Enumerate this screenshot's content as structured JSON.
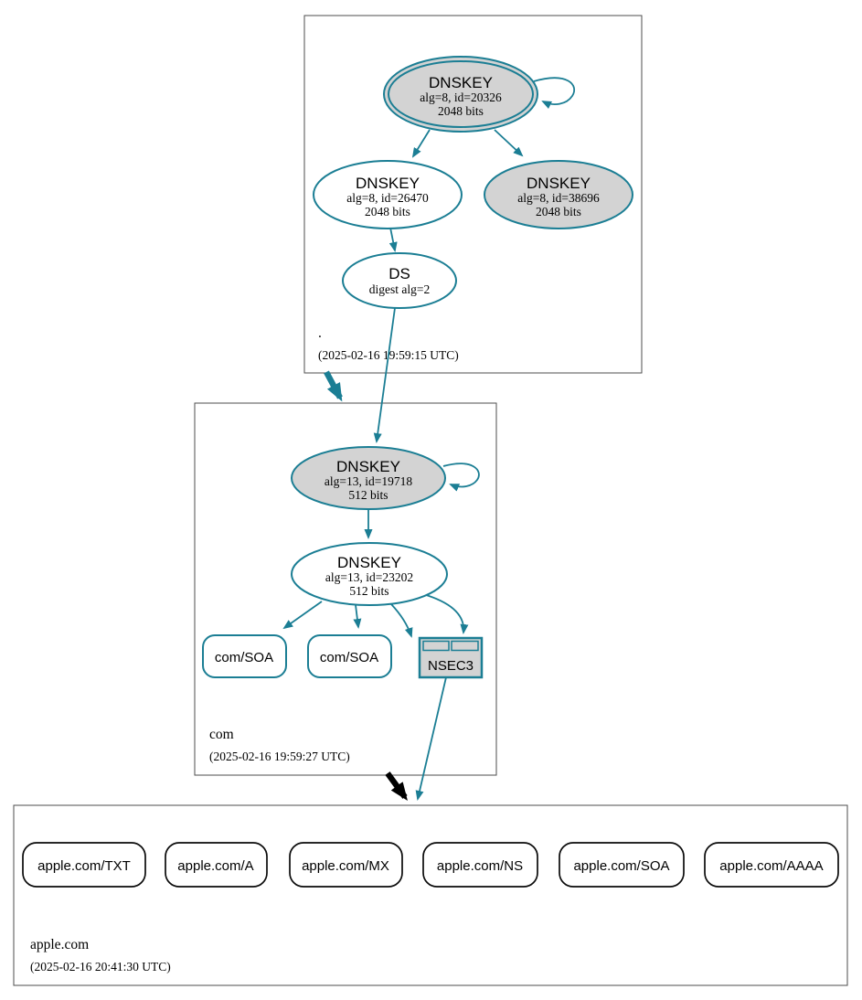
{
  "colors": {
    "secure_teal": "#1b7e94",
    "insecure_black": "#000000",
    "node_fill_gray": "#d3d3d3",
    "node_fill_white": "#ffffff",
    "zone_box_border": "#4d4d4d"
  },
  "zones": {
    "root": {
      "label": ".",
      "timestamp": "(2025-02-16 19:59:15 UTC)",
      "ksk": {
        "title": "DNSKEY",
        "alg": "alg=8, id=20326",
        "bits": "2048 bits"
      },
      "zsk": {
        "title": "DNSKEY",
        "alg": "alg=8, id=26470",
        "bits": "2048 bits"
      },
      "key38696": {
        "title": "DNSKEY",
        "alg": "alg=8, id=38696",
        "bits": "2048 bits"
      },
      "ds": {
        "title": "DS",
        "digest": "digest alg=2"
      }
    },
    "com": {
      "label": "com",
      "timestamp": "(2025-02-16 19:59:27 UTC)",
      "ksk": {
        "title": "DNSKEY",
        "alg": "alg=13, id=19718",
        "bits": "512 bits"
      },
      "zsk": {
        "title": "DNSKEY",
        "alg": "alg=13, id=23202",
        "bits": "512 bits"
      },
      "soa1": "com/SOA",
      "soa2": "com/SOA",
      "nsec3": "NSEC3"
    },
    "apple": {
      "label": "apple.com",
      "timestamp": "(2025-02-16 20:41:30 UTC)",
      "records": [
        "apple.com/TXT",
        "apple.com/A",
        "apple.com/MX",
        "apple.com/NS",
        "apple.com/SOA",
        "apple.com/AAAA"
      ]
    }
  }
}
